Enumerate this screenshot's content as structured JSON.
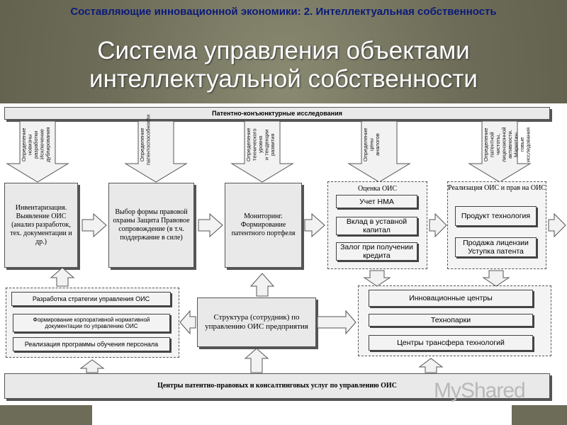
{
  "header": {
    "subtitle": "Составляющие инновационной экономики: 2. Интеллектуальная собственность"
  },
  "title": "Система управления объектами интеллектуальной собственности",
  "top_bar": "Патентно-конъюнктурные исследования",
  "arrows_top": [
    "Определение\nновизны разработки\nИсключение\nдублирования",
    "Определение\nпатентоспособности",
    "Определение\nтехнического уровня\nи тенденции развития",
    "Определение цены\nаналогов",
    "Определение патентной\nчистоты, лицензионной\nактивности. Маркетин-\nговые исследования"
  ],
  "main_boxes": [
    "Инвентаризация. Выявление ОИС (анализ разработок, тех. документации и др.)",
    "Выбор формы правовой охраны Защита Правовое сопровождение (в т.ч. поддержание в силе)",
    "Мониторинг. Формирование патентного портфеля"
  ],
  "assessment": {
    "caption": "Оценка ОИС",
    "items": [
      "Учет НМА",
      "Вклад в уставной капитал",
      "Залог при получении кредита"
    ]
  },
  "realization": {
    "caption": "Реализация ОИС и прав на ОИС",
    "items": [
      "Продукт технология",
      "Продажа лицензии Уступка патента"
    ]
  },
  "left_group": [
    "Разработка стратегии управления ОИС",
    "Формирование корпоративной нормативной документации по управлению ОИС",
    "Реализация программы обучения персонала"
  ],
  "center_box": "Структура (сотрудник) по управлению ОИС предприятия",
  "right_group": [
    "Инновационные центры",
    "Технопарки",
    "Центры трансфера технологий"
  ],
  "bottom_bar": "Центры патентно-правовых и консалтинговых услуг по управлению ОИС",
  "watermark": "MyShared",
  "colors": {
    "header_text": "#0b1a7a",
    "title_text": "#ffffff",
    "box_fill": "#e9e9e9",
    "background": "#6d6c58"
  }
}
